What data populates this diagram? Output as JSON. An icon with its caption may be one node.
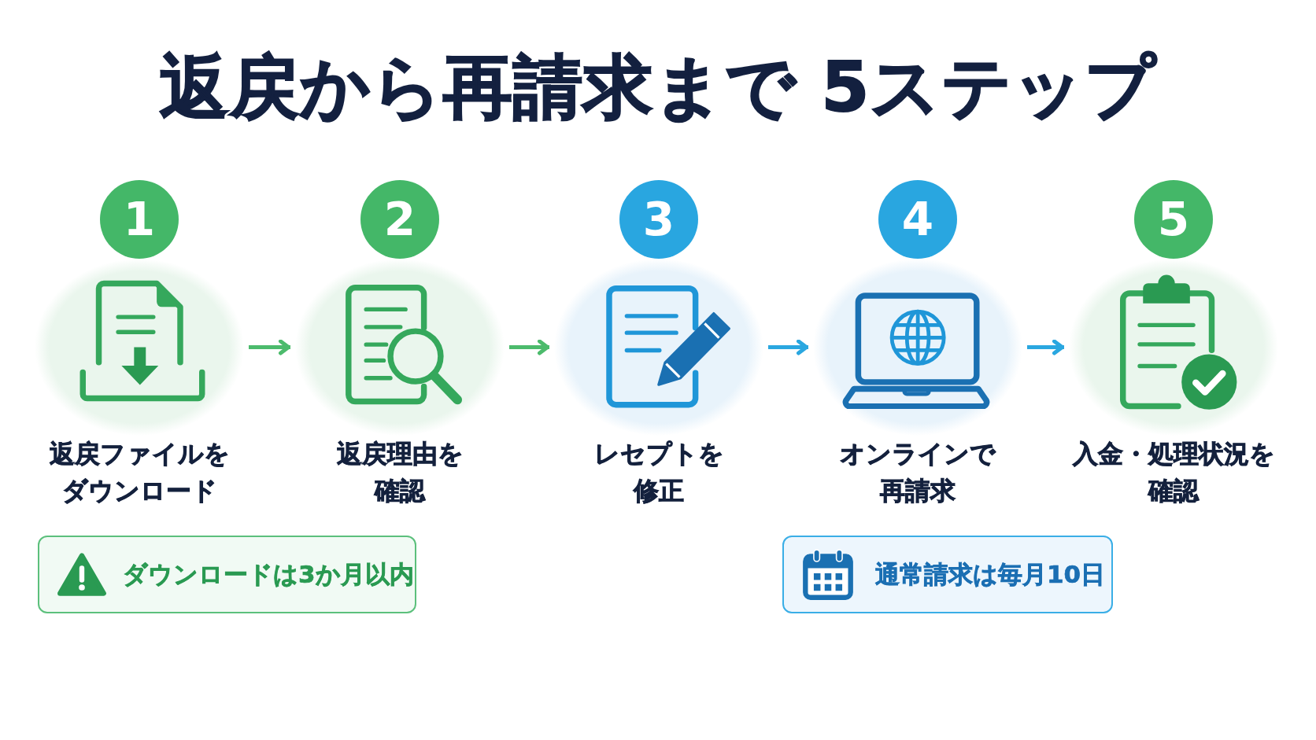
{
  "diagram": {
    "title": "返戻から再請求まで 5ステップ",
    "nodes": [
      {
        "text": [
          "1",
          "返戻ファイルをダウンロード"
        ]
      },
      {
        "text": [
          "2",
          "返戻理由を確認"
        ]
      },
      {
        "text": [
          "3",
          "レセプトを修正"
        ]
      },
      {
        "text": [
          "4",
          "オンラインで再請求"
        ]
      },
      {
        "text": [
          "5",
          "入金・処理状況を確認"
        ]
      },
      {
        "text": [
          "ダウンロードは3か月以内"
        ]
      },
      {
        "text": [
          "通常請求は毎月10日"
        ]
      }
    ],
    "edges": [
      {
        "from": 0,
        "to": 1,
        "arrow": "to",
        "color": "#4cbb6c"
      },
      {
        "from": 1,
        "to": 2,
        "arrow": "to",
        "color": "#4cbb6c"
      },
      {
        "from": 2,
        "to": 3,
        "arrow": "to",
        "color": "#2aa7e0"
      },
      {
        "from": 3,
        "to": 4,
        "arrow": "to",
        "color": "#2aa7e0"
      }
    ]
  }
}
